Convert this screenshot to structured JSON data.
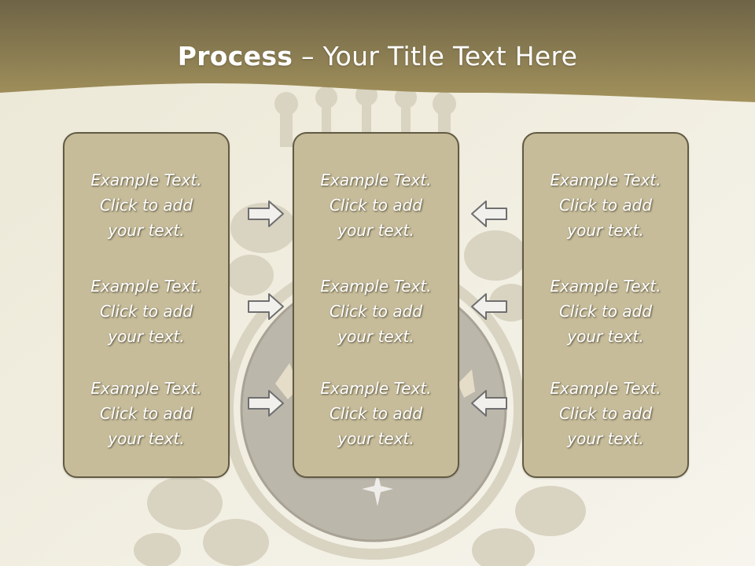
{
  "title": {
    "bold": "Process",
    "rest": " – Your Title Text Here"
  },
  "colors": {
    "header": "#8d7f55",
    "panel_fill": "#c6bc9a",
    "panel_border": "#625a42",
    "background": "#f1eee1",
    "arrow_fill": "#f2f0ec",
    "arrow_stroke": "#6f6f70"
  },
  "panels": [
    {
      "blocks": [
        {
          "line1": "Example Text.",
          "line2": "Click  to add",
          "line3": "your text."
        },
        {
          "line1": "Example Text.",
          "line2": "Click  to add",
          "line3": "your text."
        },
        {
          "line1": "Example Text.",
          "line2": "Click  to add",
          "line3": "your text."
        }
      ]
    },
    {
      "blocks": [
        {
          "line1": "Example Text.",
          "line2": "Click  to add",
          "line3": "your text."
        },
        {
          "line1": "Example Text.",
          "line2": "Click  to add",
          "line3": "your text."
        },
        {
          "line1": "Example Text.",
          "line2": "Click  to add",
          "line3": "your text."
        }
      ]
    },
    {
      "blocks": [
        {
          "line1": "Example Text.",
          "line2": "Click  to add",
          "line3": "your text."
        },
        {
          "line1": "Example Text.",
          "line2": "Click  to add",
          "line3": "your text."
        },
        {
          "line1": "Example Text.",
          "line2": "Click  to add",
          "line3": "your text."
        }
      ]
    }
  ],
  "arrows": {
    "left_column": [
      "arrow-right-icon",
      "arrow-right-icon",
      "arrow-right-icon"
    ],
    "right_column": [
      "arrow-left-icon",
      "arrow-left-icon",
      "arrow-left-icon"
    ]
  }
}
